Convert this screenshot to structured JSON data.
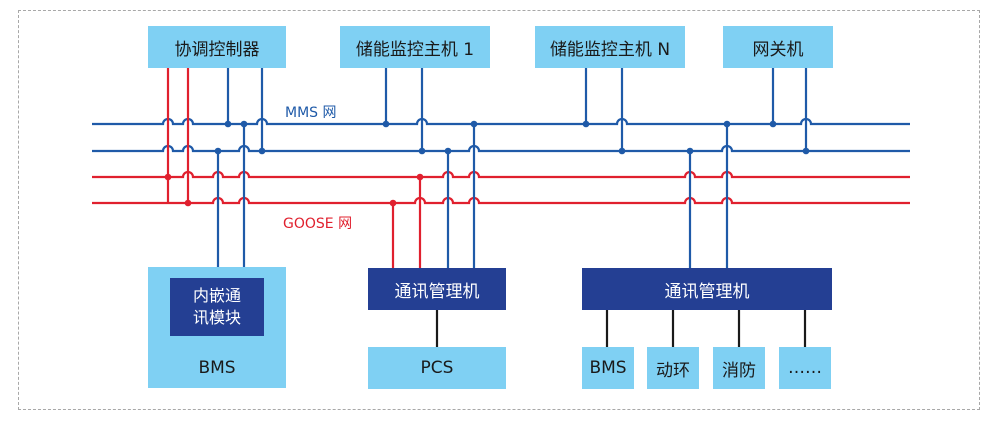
{
  "top_devices": {
    "coordinator": "协调控制器",
    "storage_host_1": "储能监控主机 1",
    "storage_host_n": "储能监控主机 N",
    "gateway": "网关机"
  },
  "networks": {
    "mms_label": "MMS 网",
    "goose_label": "GOOSE 网"
  },
  "bottom": {
    "bms_group": {
      "module": "内嵌通\n讯模块",
      "label": "BMS"
    },
    "pcs_group": {
      "manager": "通讯管理机",
      "device": "PCS"
    },
    "aux_group": {
      "manager": "通讯管理机",
      "devices": [
        "BMS",
        "动环",
        "消防",
        "……"
      ]
    }
  },
  "colors": {
    "blue_line": "#1f5aa8",
    "red_line": "#e0202e",
    "light_box": "#7fd0f3",
    "dark_box": "#243f93"
  }
}
